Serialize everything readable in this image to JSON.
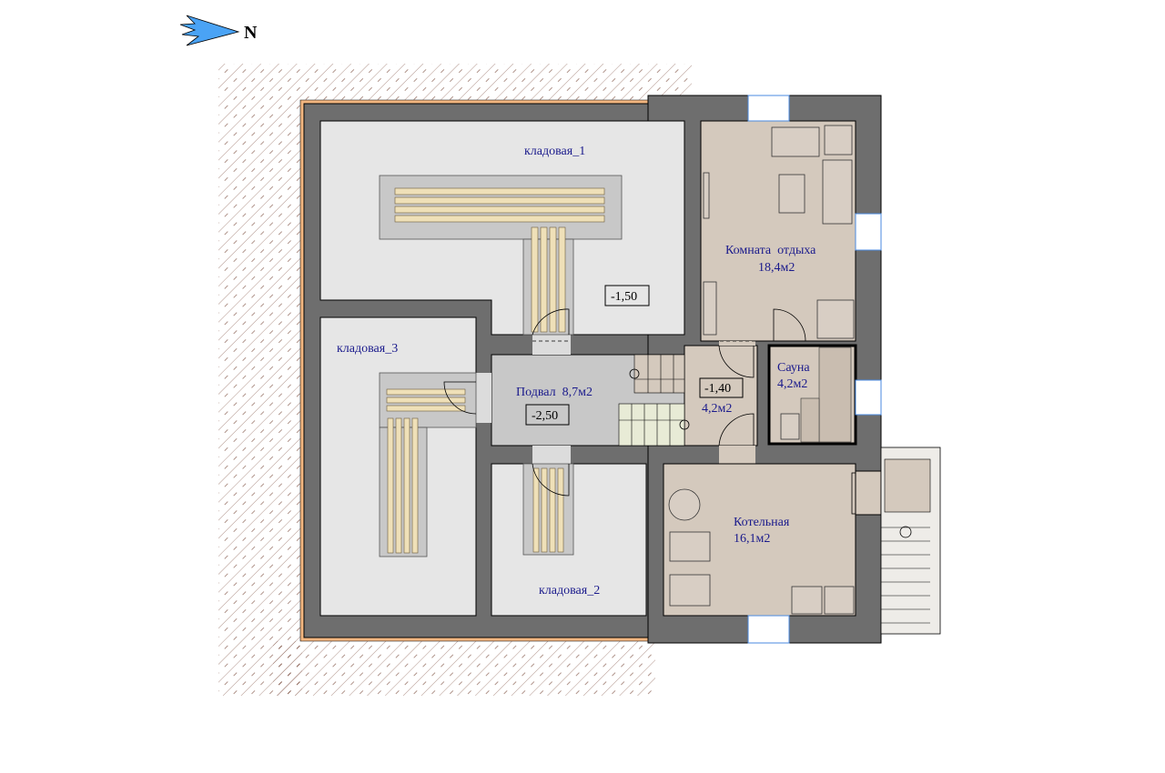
{
  "compass": {
    "label": "N",
    "color": "#4aa3f5"
  },
  "rooms": {
    "storage1": {
      "name": "кладовая_1",
      "level": "-1,50"
    },
    "storage2": {
      "name": "кладовая_2"
    },
    "storage3": {
      "name": "кладовая_3"
    },
    "basement": {
      "name": "Подвал  8,7м2",
      "level": "-2,50"
    },
    "lounge": {
      "name": "Комната  отдыха",
      "area": "18,4м2"
    },
    "vestibule": {
      "level": "-1,40",
      "area": "4,2м2"
    },
    "sauna": {
      "name": "Сауна",
      "area": "4,2м2"
    },
    "boiler": {
      "name": "Котельная",
      "area": "16,1м2"
    }
  },
  "colors": {
    "wall": "#6e6e6e",
    "storage": "#e6e6e6",
    "basement": "#c8c8c8",
    "living": "#d4c9bd",
    "label": "#1a1a8c",
    "insulation": "#f2b680"
  }
}
